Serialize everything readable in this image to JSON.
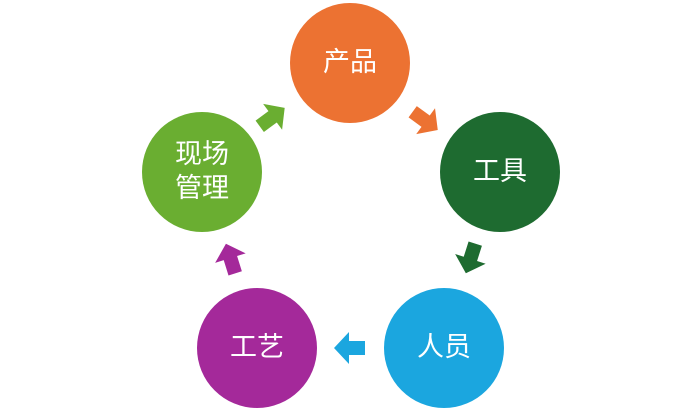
{
  "nodes": [
    {
      "id": "product",
      "lines": [
        "产品"
      ],
      "color": "#EC7232"
    },
    {
      "id": "tool",
      "lines": [
        "工具"
      ],
      "color": "#1E6B30"
    },
    {
      "id": "personnel",
      "lines": [
        "人员"
      ],
      "color": "#1BA6DF"
    },
    {
      "id": "process",
      "lines": [
        "工艺"
      ],
      "color": "#A4299A"
    },
    {
      "id": "site-mgmt",
      "lines": [
        "现场",
        "管理"
      ],
      "color": "#6AAE31"
    }
  ],
  "arrows": [
    {
      "from": "product",
      "to": "tool",
      "color": "#EC7232"
    },
    {
      "from": "tool",
      "to": "personnel",
      "color": "#1E6B30"
    },
    {
      "from": "personnel",
      "to": "process",
      "color": "#1BA6DF"
    },
    {
      "from": "process",
      "to": "site-mgmt",
      "color": "#A4299A"
    },
    {
      "from": "site-mgmt",
      "to": "product",
      "color": "#6AAE31"
    }
  ]
}
